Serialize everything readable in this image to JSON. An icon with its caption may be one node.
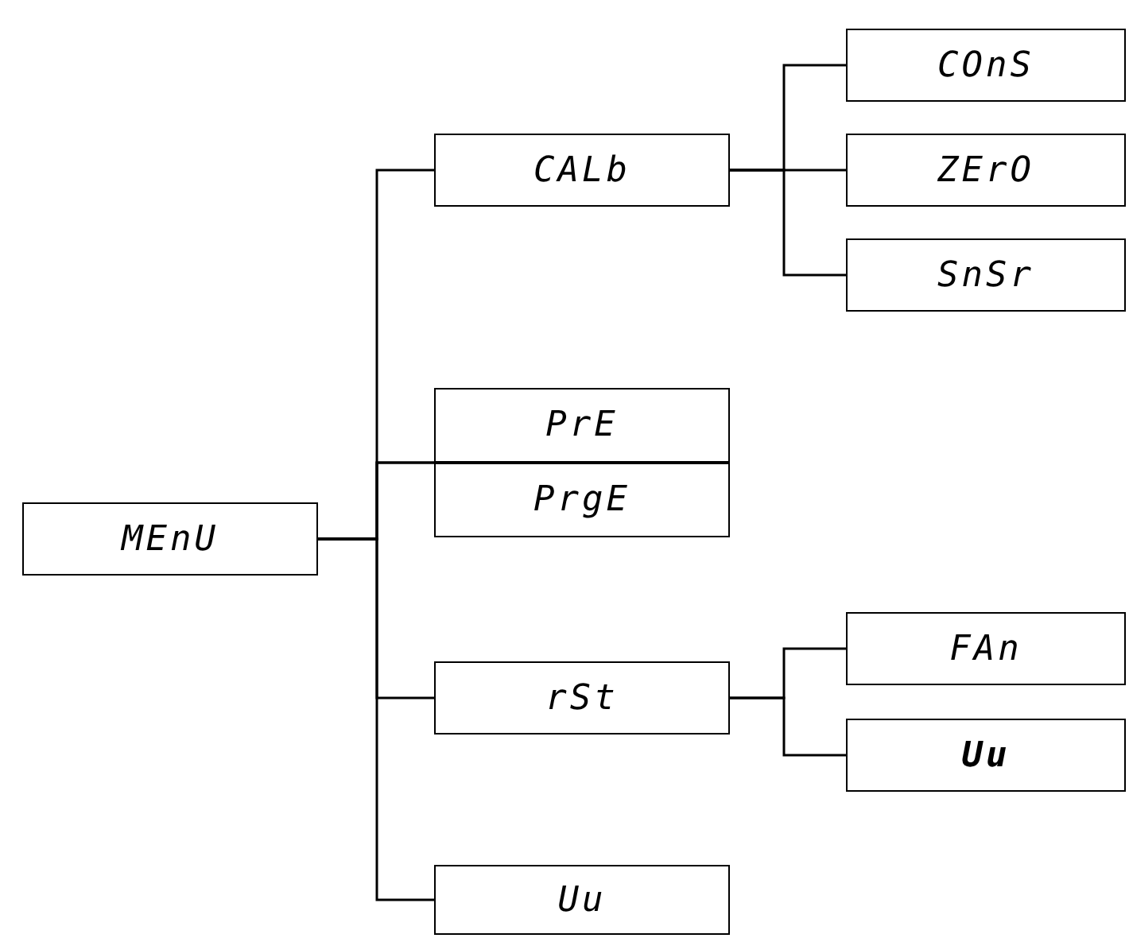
{
  "diagram": {
    "nodes": [
      {
        "text": [
          "MEnU"
        ]
      },
      {
        "text": [
          "CALb"
        ]
      },
      {
        "text": [
          "COnS"
        ]
      },
      {
        "text": [
          "ZErO"
        ]
      },
      {
        "text": [
          "SnSr"
        ]
      },
      {
        "text": [
          "PrE"
        ]
      },
      {
        "text": [
          "PrgE"
        ]
      },
      {
        "text": [
          "rSt"
        ]
      },
      {
        "text": [
          "FAn"
        ]
      },
      {
        "text": [
          "**Uu**"
        ]
      },
      {
        "text": [
          "Uu"
        ]
      }
    ],
    "edges": [
      {
        "from": 0,
        "to": 1,
        "arrow": "none"
      },
      {
        "from": 1,
        "to": 2,
        "arrow": "none"
      },
      {
        "from": 1,
        "to": 3,
        "arrow": "none"
      },
      {
        "from": 1,
        "to": 4,
        "arrow": "none"
      },
      {
        "from": 0,
        "to": 5,
        "arrow": "none"
      },
      {
        "from": 0,
        "to": 6,
        "arrow": "none"
      },
      {
        "from": 0,
        "to": 7,
        "arrow": "none"
      },
      {
        "from": 7,
        "to": 8,
        "arrow": "none"
      },
      {
        "from": 7,
        "to": 9,
        "arrow": "none"
      },
      {
        "from": 0,
        "to": 10,
        "arrow": "none"
      }
    ]
  }
}
